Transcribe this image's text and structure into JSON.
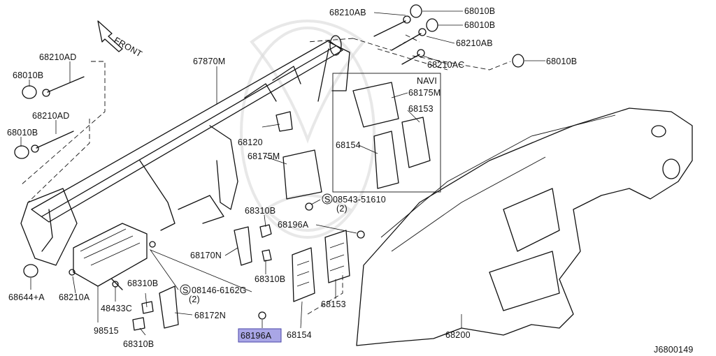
{
  "diagram": {
    "code": "J6800149",
    "front_label": "FRONT",
    "navi_label": "NAVI",
    "highlighted_part": "68196A",
    "highlight_color": "#a9a6e6",
    "labels": {
      "p68010B_1": "68010B",
      "p68210AB_1": "68210AB",
      "p68010B_2": "68010B",
      "p68210AB_2": "68210AB",
      "p68210AC": "68210AC",
      "p68010B_3": "68010B",
      "p68210AD_1": "68210AD",
      "p68010B_4": "68010B",
      "p68210AD_2": "68210AD",
      "p68010B_5": "68010B",
      "p67870M": "67870M",
      "p68175M_navi": "68175M",
      "p68153_navi": "68153",
      "p68154_navi": "68154",
      "p68120": "68120",
      "p68175M": "68175M",
      "p08543": "08543-51610",
      "p08543_qty": "(2)",
      "p68310B_1": "68310B",
      "p68196A": "68196A",
      "p68170N": "68170N",
      "p68310B_2": "68310B",
      "p68153": "68153",
      "p08146": "08146-6162G",
      "p08146_qty": "(2)",
      "p68172N": "68172N",
      "p68310B_3": "68310B",
      "p68644A": "68644+A",
      "p68210A": "68210A",
      "p48433C": "48433C",
      "p98515": "98515",
      "p68310B_4": "68310B",
      "p68196A_hl": "68196A",
      "p68154": "68154",
      "p68200": "68200",
      "s_mark": "S"
    }
  }
}
